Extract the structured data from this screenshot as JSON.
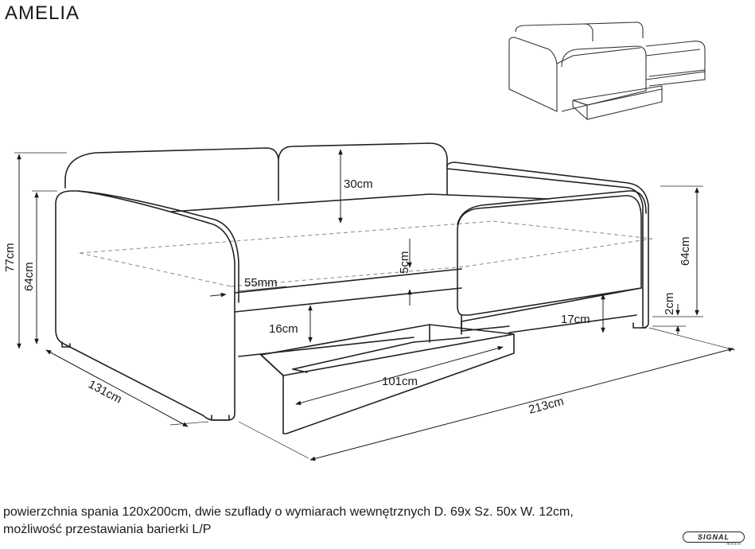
{
  "title": "AMELIA",
  "dimensions": {
    "cushion_height": "30cm",
    "total_height": "77cm",
    "armrest_height_left": "64cm",
    "armrest_height_right": "64cm",
    "barrier_offset": "55mm",
    "mattress_step": "5cm",
    "drawer_front_height": "16cm",
    "drawer_width": "101cm",
    "right_drawer_height": "17cm",
    "leg_height": "2cm",
    "depth": "131cm",
    "length": "213cm"
  },
  "description": {
    "line1": "powierzchnia spania 120x200cm, dwie szuflady o wymiarach wewnętrznych D. 69x Sz. 50x W. 12cm,",
    "line2": "możliwość przestawiania barierki L/P"
  },
  "logo": {
    "name": "SIGNAL",
    "sub": "meble"
  }
}
